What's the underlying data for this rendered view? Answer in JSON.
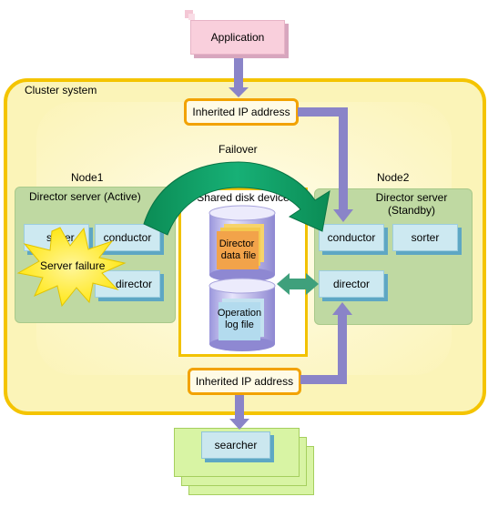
{
  "application": {
    "label": "Application"
  },
  "cluster": {
    "label": "Cluster system"
  },
  "inherited_ip_top": {
    "label": "Inherited IP address"
  },
  "inherited_ip_bottom": {
    "label": "Inherited IP address"
  },
  "failover": {
    "label": "Failover"
  },
  "node1": {
    "label": "Node1",
    "server_label": "Director server (Active)",
    "components": {
      "sorter": "sorter",
      "conductor": "conductor",
      "director": "director"
    },
    "failure": "Server failure"
  },
  "node2": {
    "label": "Node2",
    "server_label_line1": "Director server",
    "server_label_line2": "(Standby)",
    "components": {
      "conductor": "conductor",
      "sorter": "sorter",
      "director": "director"
    }
  },
  "shared_disk": {
    "label": "Shared disk device",
    "director_file_line1": "Director",
    "director_file_line2": "data file",
    "oplog_line1": "Operation",
    "oplog_line2": "log file"
  },
  "searcher": {
    "label": "searcher"
  },
  "colors": {
    "cluster_border": "#f4c400",
    "cluster_fill": "#fbf4b8",
    "inherited_ip_border": "#f2a200",
    "node_fill": "#bfd9a2",
    "component_fill": "#cde9f1",
    "arrow_purple": "#8a84c8",
    "failover_arrow": "#16a06a",
    "failure_star": "#ffee00",
    "application_fill": "#f9cfdc",
    "searcher_fill": "#d8f4a4"
  }
}
